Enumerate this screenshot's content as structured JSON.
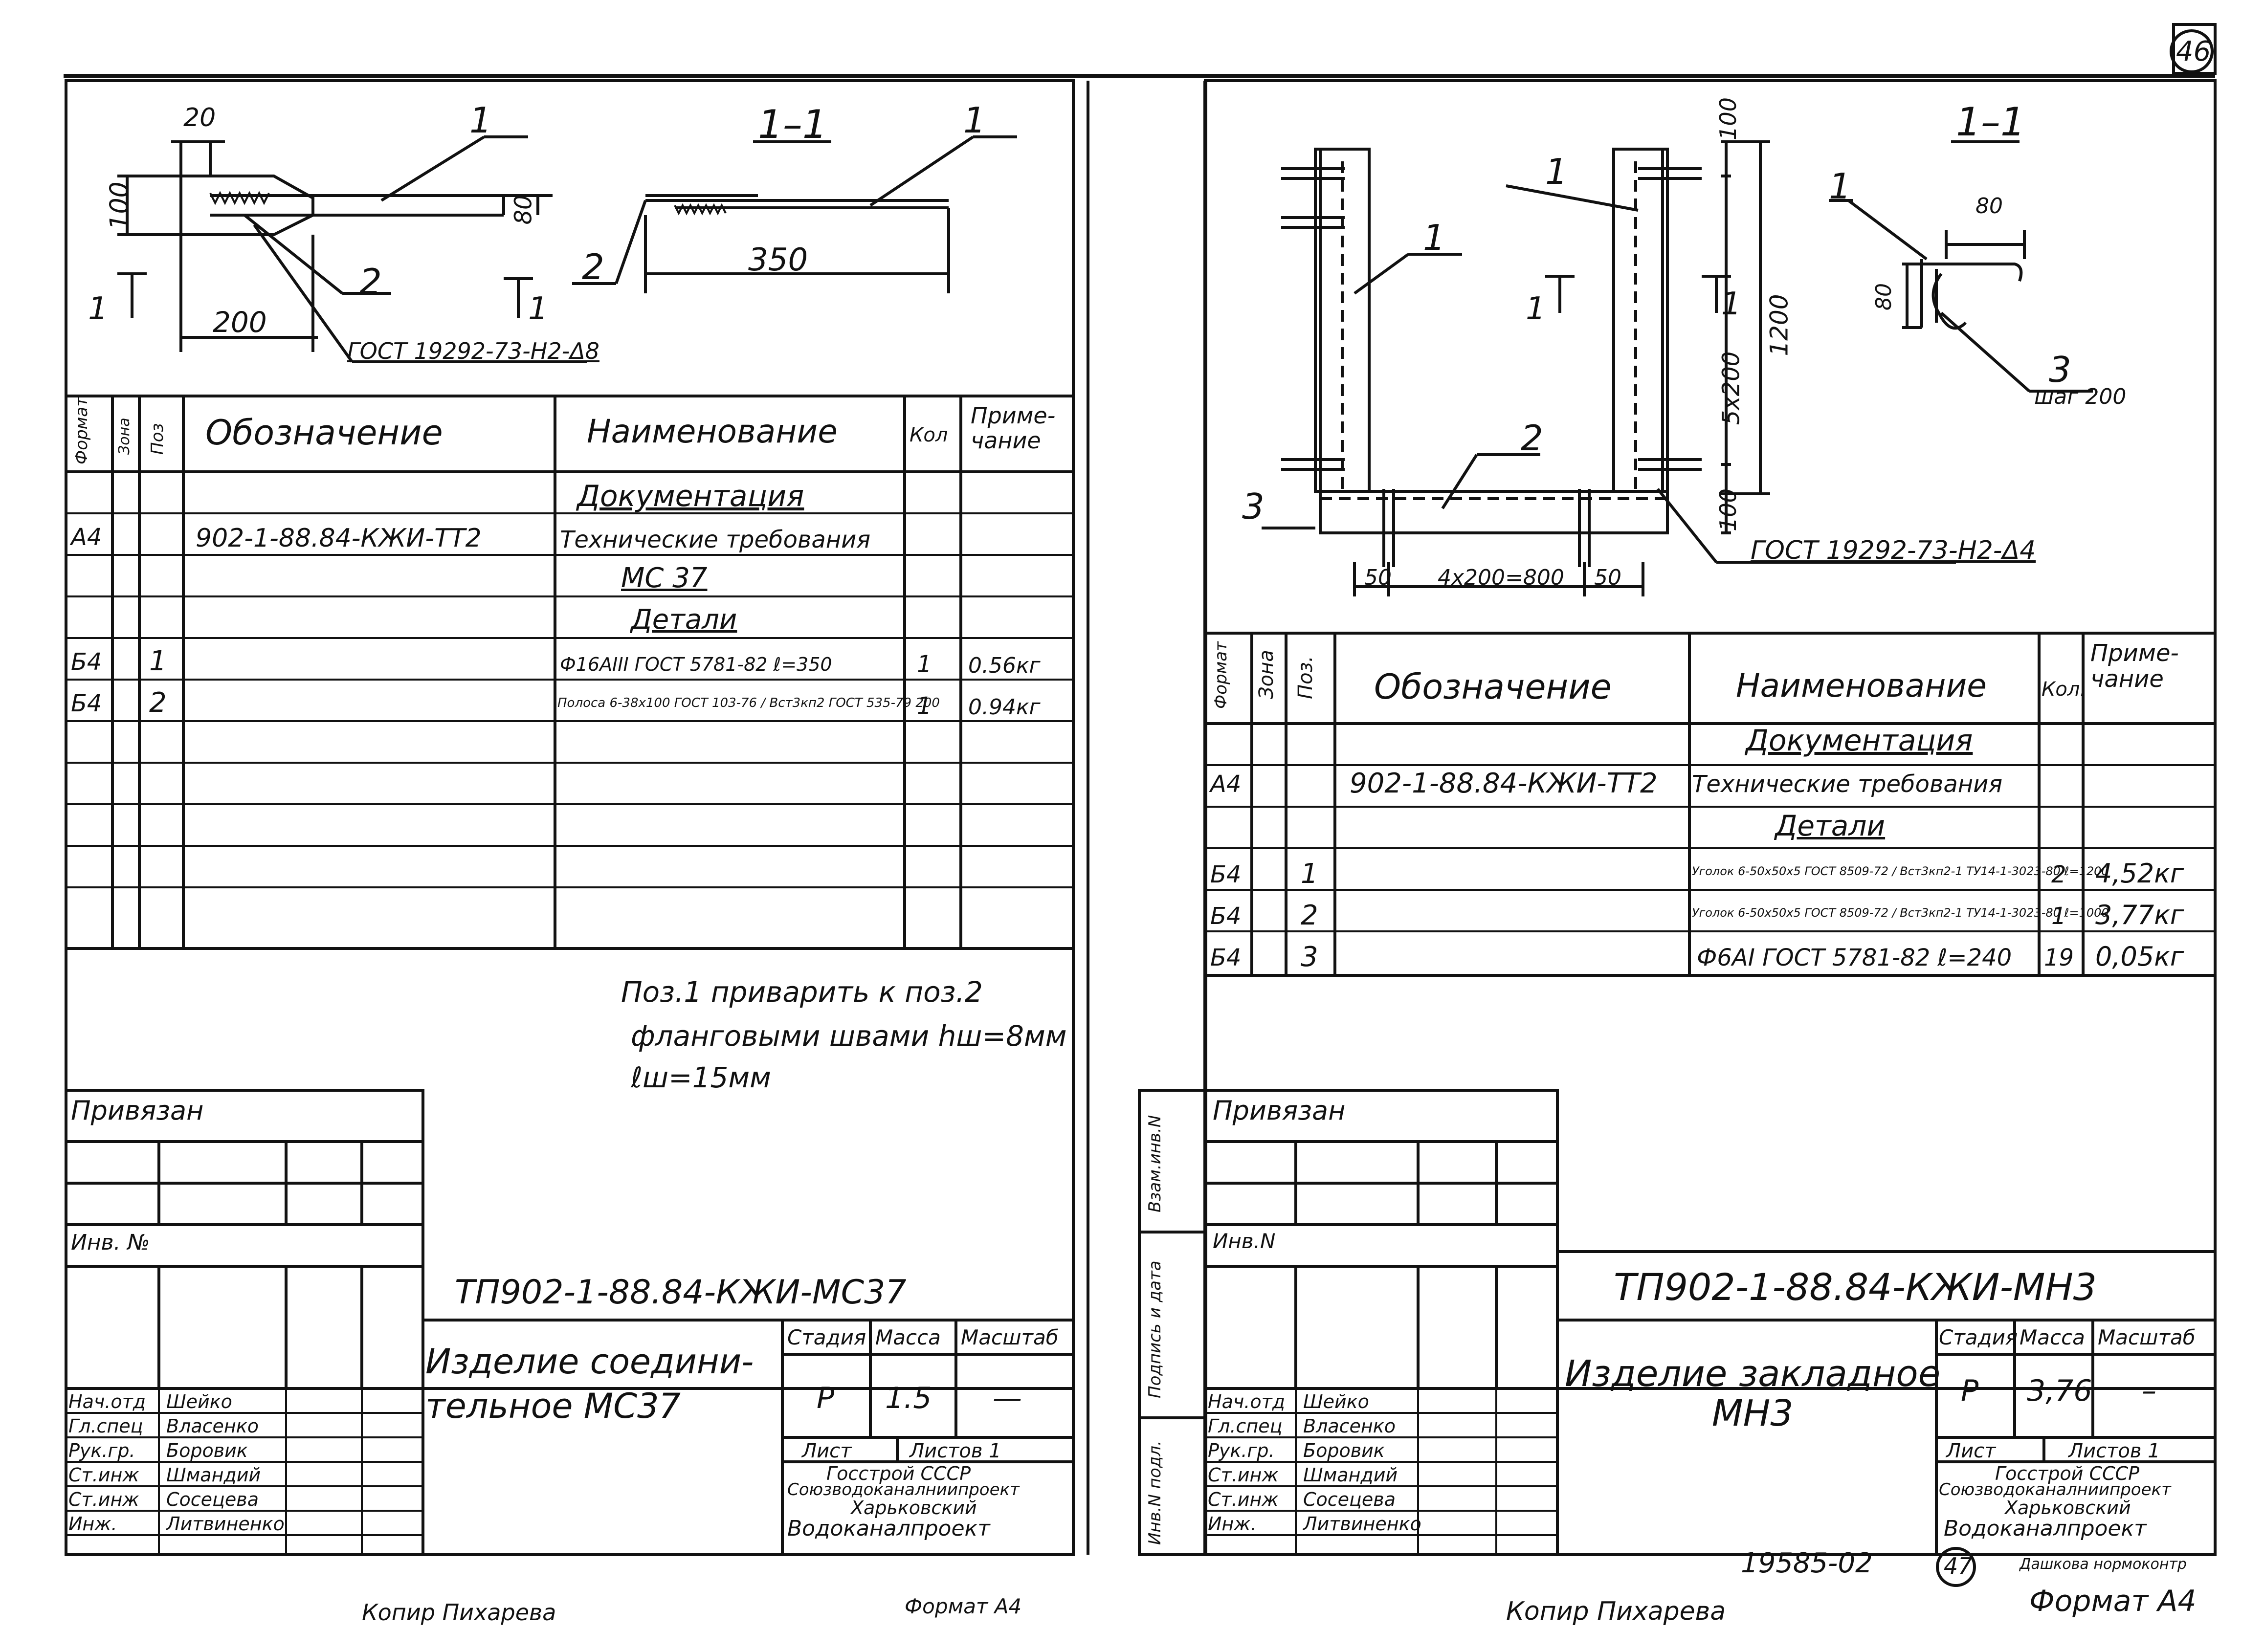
{
  "page_number": "46",
  "left_sheet": {
    "section_label": "1–1",
    "dims": {
      "d20": "20",
      "d100": "100",
      "d80": "80",
      "d200": "200",
      "d350": "350"
    },
    "leaders": {
      "l1": "1",
      "l1b": "1",
      "l2": "2",
      "l2b": "2"
    },
    "section_marks": [
      "1",
      "1"
    ],
    "weld_note": "ГОСТ 19292-73-Н2-Δ8",
    "table_headers": {
      "format": "Формат",
      "zone": "Зона",
      "pos": "Поз",
      "designation": "Обозначение",
      "name": "Наименование",
      "qty": "Кол",
      "note": "Приме-\nчание"
    },
    "rows": [
      {
        "format": "",
        "pos": "",
        "designation": "",
        "name": "Документация",
        "qty": "",
        "note": ""
      },
      {
        "format": "А4",
        "pos": "",
        "designation": "902-1-88.84-КЖИ-ТТ2",
        "name": "Технические требования",
        "qty": "",
        "note": ""
      },
      {
        "format": "",
        "pos": "",
        "designation": "",
        "name": "МС 37",
        "qty": "",
        "note": ""
      },
      {
        "format": "",
        "pos": "",
        "designation": "",
        "name": "Детали",
        "qty": "",
        "note": ""
      },
      {
        "format": "Б4",
        "pos": "1",
        "designation": "",
        "name": "Ф16АIII ГОСТ 5781-82 ℓ=350",
        "qty": "1",
        "note": "0.56кг"
      },
      {
        "format": "Б4",
        "pos": "2",
        "designation": "",
        "name": "Полоса 6-38х100 ГОСТ 103-76 / Вст3кп2 ГОСТ 535-79  200",
        "qty": "1",
        "note": "0.94кг"
      }
    ],
    "note_lines": [
      "Поз.1 приварить к поз.2",
      "фланговыми швами hш=8мм",
      "ℓш=15мм"
    ],
    "privyazan": "Привязан",
    "inv_label": "Инв. №",
    "code": "ТП902-1-88.84-КЖИ-МС37",
    "product_title": "Изделие соедини-\nтельное МС37",
    "stage_h": "Стадия",
    "mass_h": "Масса",
    "scale_h": "Масштаб",
    "stage": "Р",
    "mass": "1.5",
    "scale": "—",
    "sheet_label": "Лист",
    "sheets_label": "Листов 1",
    "org_lines": [
      "Госстрой СССР",
      "Союзводоканалниипроект",
      "Харьковский",
      "Водоканалпроект"
    ],
    "staff": [
      [
        "Нач.отд",
        "Шейко"
      ],
      [
        "Гл.спец",
        "Власенко"
      ],
      [
        "Рук.гр.",
        "Боровик"
      ],
      [
        "Ст.инж",
        "Шмандий"
      ],
      [
        "Ст.инж",
        "Сосецева"
      ],
      [
        "Инж.",
        "Литвиненко"
      ]
    ]
  },
  "right_sheet": {
    "section_label": "1–1",
    "dims": {
      "d100a": "100",
      "d1200": "1200",
      "d5x200": "5х200",
      "d100b": "100",
      "d50a": "50",
      "d4x200": "4х200=800",
      "d50b": "50",
      "d80a": "80",
      "d80b": "80"
    },
    "leaders": {
      "l1a": "1",
      "l1b": "1",
      "l2": "2",
      "l3": "3",
      "l1c": "1",
      "l3b": "3"
    },
    "step_note": "шаг 200",
    "section_marks": [
      "1",
      "1"
    ],
    "weld_note": "ГОСТ 19292-73-Н2-Δ4",
    "table_headers": {
      "format": "Формат",
      "zone": "Зона",
      "pos": "Поз.",
      "designation": "Обозначение",
      "name": "Наименование",
      "qty": "Кол.",
      "note": "Приме-\nчание"
    },
    "rows": [
      {
        "format": "",
        "pos": "",
        "designation": "",
        "name": "Документация",
        "qty": "",
        "note": ""
      },
      {
        "format": "А4",
        "pos": "",
        "designation": "902-1-88.84-КЖИ-ТТ2",
        "name": "Технические требования",
        "qty": "",
        "note": ""
      },
      {
        "format": "",
        "pos": "",
        "designation": "",
        "name": "Детали",
        "qty": "",
        "note": ""
      },
      {
        "format": "Б4",
        "pos": "1",
        "designation": "",
        "name": "Уголок 6-50х50х5 ГОСТ 8509-72 / Вст3кп2-1 ТУ14-1-3023-80 ℓ=1200",
        "qty": "2",
        "note": "4,52кг"
      },
      {
        "format": "Б4",
        "pos": "2",
        "designation": "",
        "name": "Уголок 6-50х50х5 ГОСТ 8509-72 / Вст3кп2-1 ТУ14-1-3023-80 ℓ=1000",
        "qty": "1",
        "note": "3,77кг"
      },
      {
        "format": "Б4",
        "pos": "3",
        "designation": "",
        "name": "Ф6АI ГОСТ 5781-82 ℓ=240",
        "qty": "19",
        "note": "0,05кг"
      }
    ],
    "side_labels": [
      "Взам.инв.N",
      "Подпись и дата",
      "Инв.N подл."
    ],
    "privyazan": "Привязан",
    "inv_label": "Инв.N",
    "code": "ТП902-1-88.84-КЖИ-МН3",
    "product_title": "Изделие закладное\nМН3",
    "stage_h": "Стадия",
    "mass_h": "Масса",
    "scale_h": "Масштаб",
    "stage": "Р",
    "mass": "3,76",
    "scale": "–",
    "sheet_label": "Лист",
    "sheets_label": "Листов 1",
    "org_lines": [
      "Госстрой СССР",
      "Союзводоканалниипроект",
      "Харьковский",
      "Водоканалпроект"
    ],
    "staff": [
      [
        "Нач.отд",
        "Шейко"
      ],
      [
        "Гл.спец",
        "Власенко"
      ],
      [
        "Рук.гр.",
        "Боровик"
      ],
      [
        "Ст.инж",
        "Шмандий"
      ],
      [
        "Ст.инж",
        "Сосецева"
      ],
      [
        "Инж.",
        "Литвиненко"
      ]
    ]
  },
  "footer": {
    "copier_left": "Копир Пихарева",
    "format_left": "Формат А4",
    "copier_right": "Копир Пихарева",
    "archive_no": "19585-02",
    "circle_no": "47",
    "format_right": "Формат А4",
    "checked": "Дашкова нормоконтр"
  }
}
